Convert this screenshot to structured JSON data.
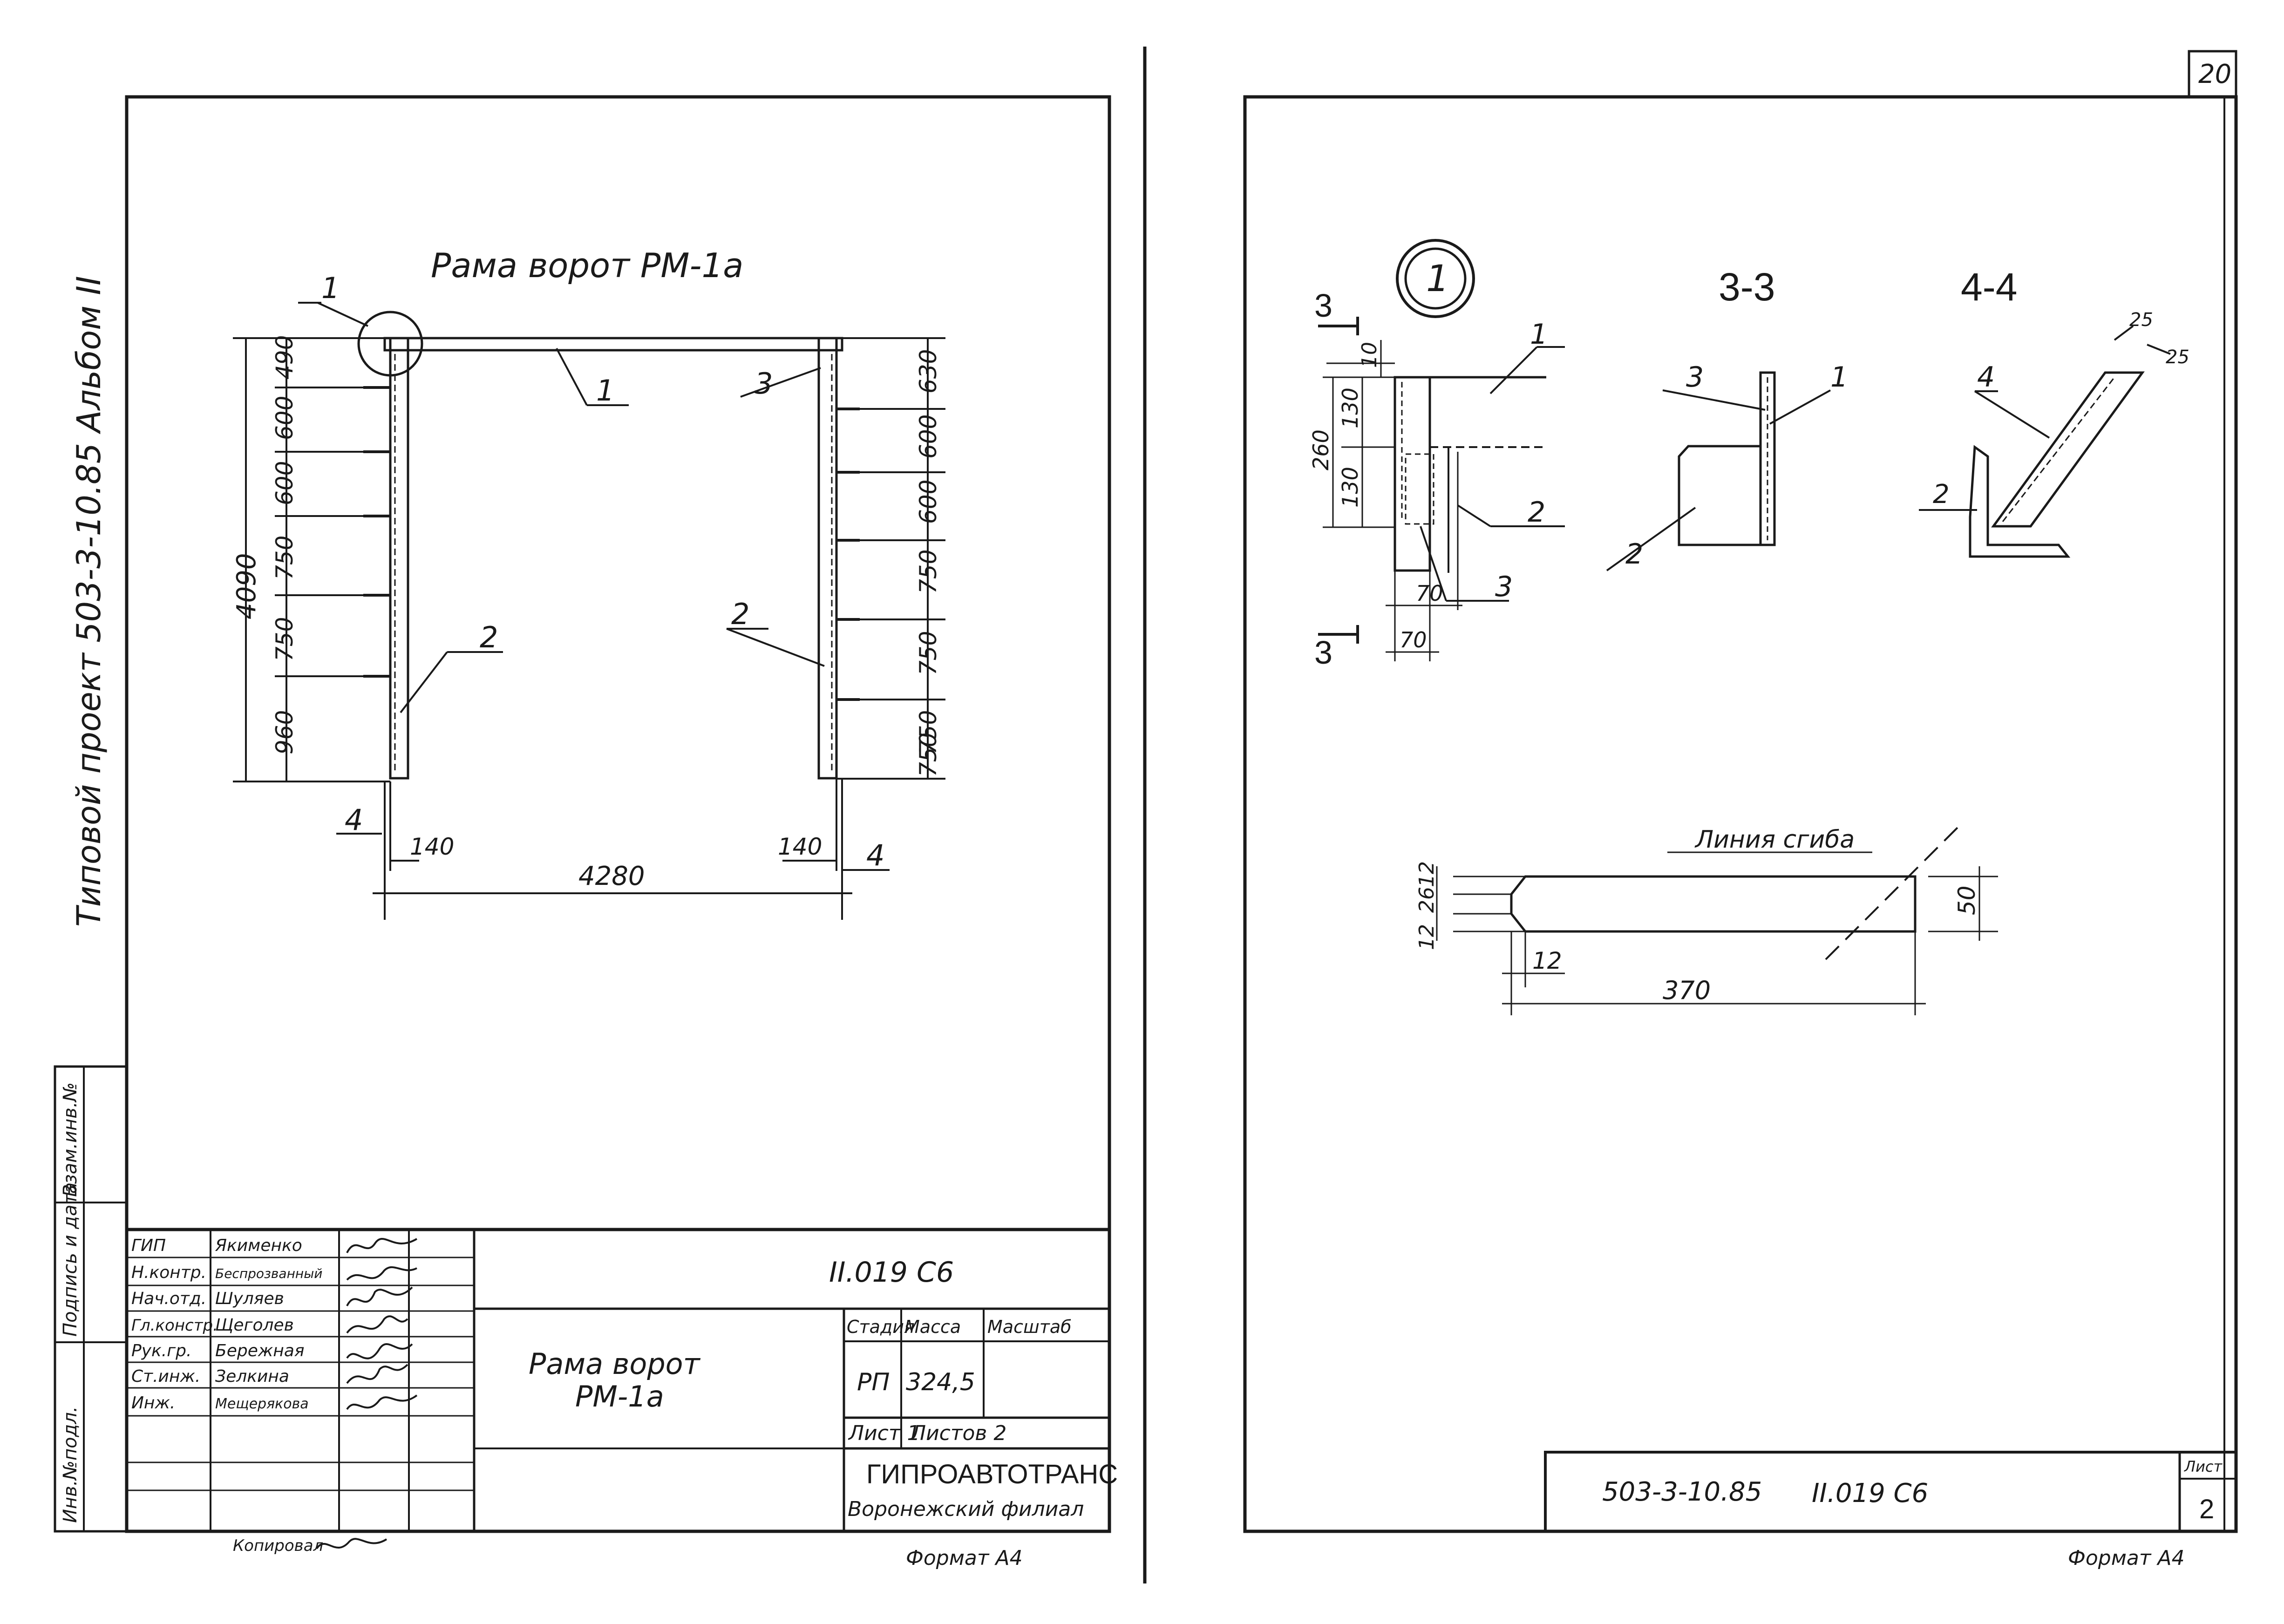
{
  "left_sheet": {
    "side_stamp": {
      "project_line": "Типовой   проект    503-3-10.85    Альбом  II",
      "inv_podl": "Инв.№подл.",
      "podpis_data": "Подпись и дата",
      "vzam_inv": "Взам.инв.№"
    },
    "drawing": {
      "title": "Рама ворот   РМ-1а",
      "callouts": {
        "c1_detail": "1",
        "c1_beam": "1",
        "c2_left": "2",
        "c2_right": "2",
        "c3": "3",
        "c4_left": "4",
        "c4_right": "4"
      },
      "dims_left": {
        "total": "4090",
        "d1": "490",
        "d2": "600",
        "d3": "600",
        "d4": "750",
        "d5": "750",
        "d6": "960"
      },
      "dims_right": {
        "d1": "630",
        "d2": "600",
        "d3": "600",
        "d4": "750",
        "d5": "750",
        "d6": "750",
        "d7": "750"
      },
      "dims_bottom": {
        "span": "4280",
        "offset_left": "140",
        "offset_right": "140"
      }
    },
    "title_block": {
      "doc_code": "II.019 С6",
      "name_line1": "Рама  ворот",
      "name_line2": "РМ-1а",
      "roles": [
        {
          "role": "ГИП",
          "name": "Якименко"
        },
        {
          "role": "Н.контр.",
          "name": "Беспрозванный"
        },
        {
          "role": "Нач.отд.",
          "name": "Шуляев"
        },
        {
          "role": "Гл.констр.",
          "name": "Щеголев"
        },
        {
          "role": "Рук.гр.",
          "name": "Бережная"
        },
        {
          "role": "Ст.инж.",
          "name": "Зелкина"
        },
        {
          "role": "Инж.",
          "name": "Мещерякова"
        }
      ],
      "headers": {
        "stage": "Стадия",
        "mass": "Масса",
        "scale": "Масштаб"
      },
      "values": {
        "stage": "РП",
        "mass": "324,5",
        "scale": ""
      },
      "sheet": "Лист 1",
      "sheets_total": "Листов 2",
      "org_name": "ГИПРОАВТОТРАНС",
      "org_branch": "Воронежский филиал"
    },
    "below": {
      "copied": "Копировал",
      "format": "Формат  А4"
    }
  },
  "right_sheet": {
    "page_corner_number": "20",
    "detail_label": "1",
    "section_33": "3-3",
    "section_44": "4-4",
    "cut_marks": {
      "top": "3",
      "bottom": "3"
    },
    "detail_dims": {
      "h_total": "260",
      "h_top": "130",
      "h_bottom": "130",
      "top_gap": "10",
      "w1": "70",
      "w2": "70"
    },
    "detail_callouts": {
      "c1": "1",
      "c2": "2",
      "c3": "3"
    },
    "s33_callouts": {
      "c3": "3",
      "c1": "1",
      "c2": "2"
    },
    "s44_callouts": {
      "c4": "4",
      "c2": "2",
      "d1": "25",
      "d2": "25"
    },
    "bend": {
      "label": "Линия сгиба",
      "dims": {
        "length": "370",
        "height": "50",
        "left_12a": "12",
        "left_26": "26",
        "left_12b": "12",
        "bottom_12": "12"
      }
    },
    "stamp": {
      "doc_number": "503-3-10.85",
      "doc_code": "II.019 С6",
      "sheet_header": "Лист",
      "sheet_number": "2"
    },
    "format": "Формат  А4"
  }
}
